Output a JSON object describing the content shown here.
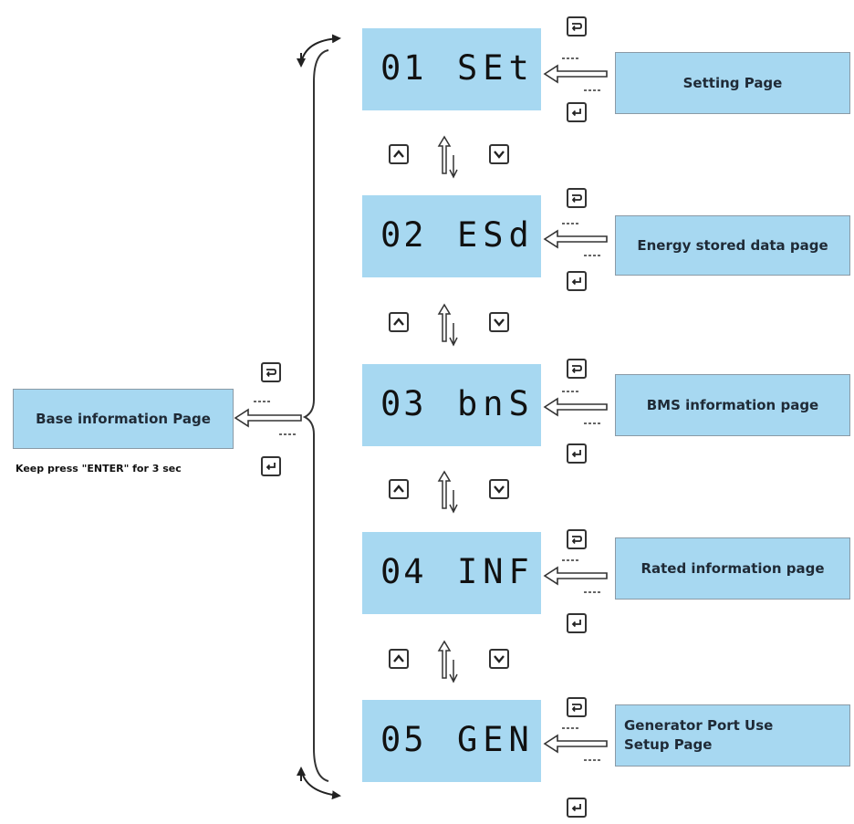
{
  "base": {
    "label": "Base information Page",
    "note": "Keep press \"ENTER\" for 3 sec"
  },
  "screens": [
    {
      "num": "01",
      "code": "SEt",
      "target": "Setting Page"
    },
    {
      "num": "02",
      "code": "ESd",
      "target": "Energy stored data page"
    },
    {
      "num": "03",
      "code": "bnS",
      "target": "BMS information page"
    },
    {
      "num": "04",
      "code": "INF",
      "target": "Rated information page"
    },
    {
      "num": "05",
      "code": "GEN",
      "target_lines": [
        "Generator Port Use",
        "Setup Page"
      ]
    }
  ],
  "icons": {
    "return": "return-key-icon",
    "enter": "enter-key-icon",
    "up": "up-key-icon",
    "down": "down-key-icon"
  },
  "colors": {
    "box_fill": "#a7d8f1",
    "box_border": "#8a9aa6"
  }
}
